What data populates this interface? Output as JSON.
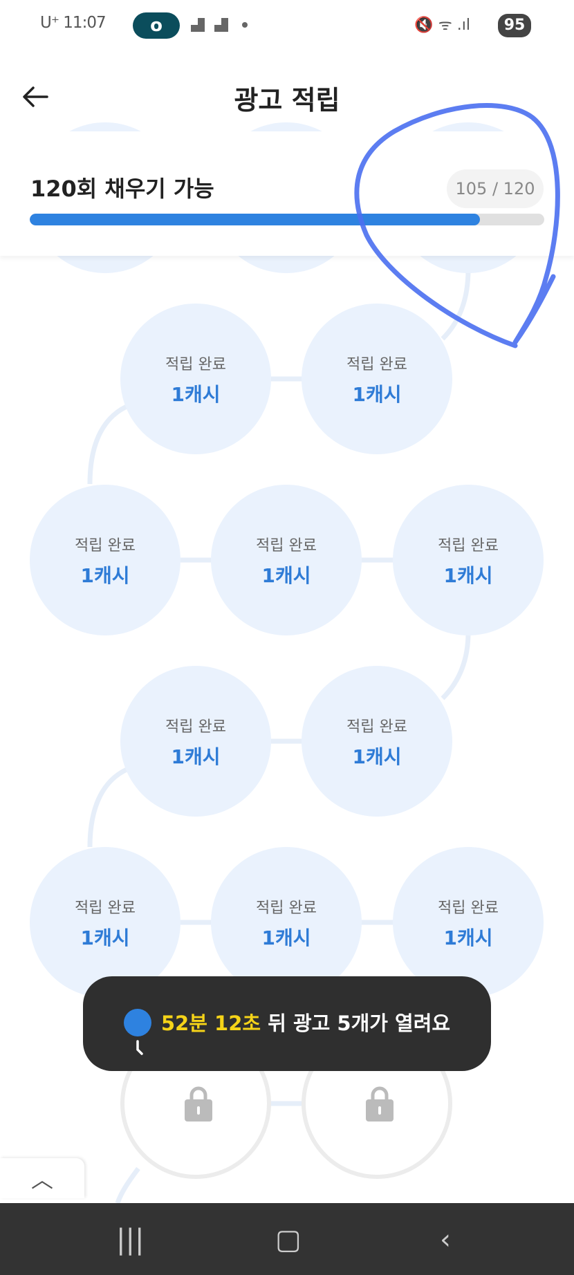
{
  "status_bar": {
    "carrier": "U⁺",
    "time": "11:07",
    "battery": "95"
  },
  "header": {
    "title": "광고 적립",
    "back_icon": "arrow-left-icon"
  },
  "progress": {
    "label": "120회 채우기 가능",
    "count_text": "105 / 120",
    "current": 105,
    "total": 120
  },
  "nodes": {
    "done_label": "적립 완료",
    "reward": "1캐시"
  },
  "toast": {
    "time_min": "52분",
    "time_sec": "12초",
    "message": "뒤 광고 5개가 열려요"
  },
  "colors": {
    "accent": "#2e82e0",
    "highlight": "#f5d318",
    "node_bg": "#eaf2fd"
  }
}
